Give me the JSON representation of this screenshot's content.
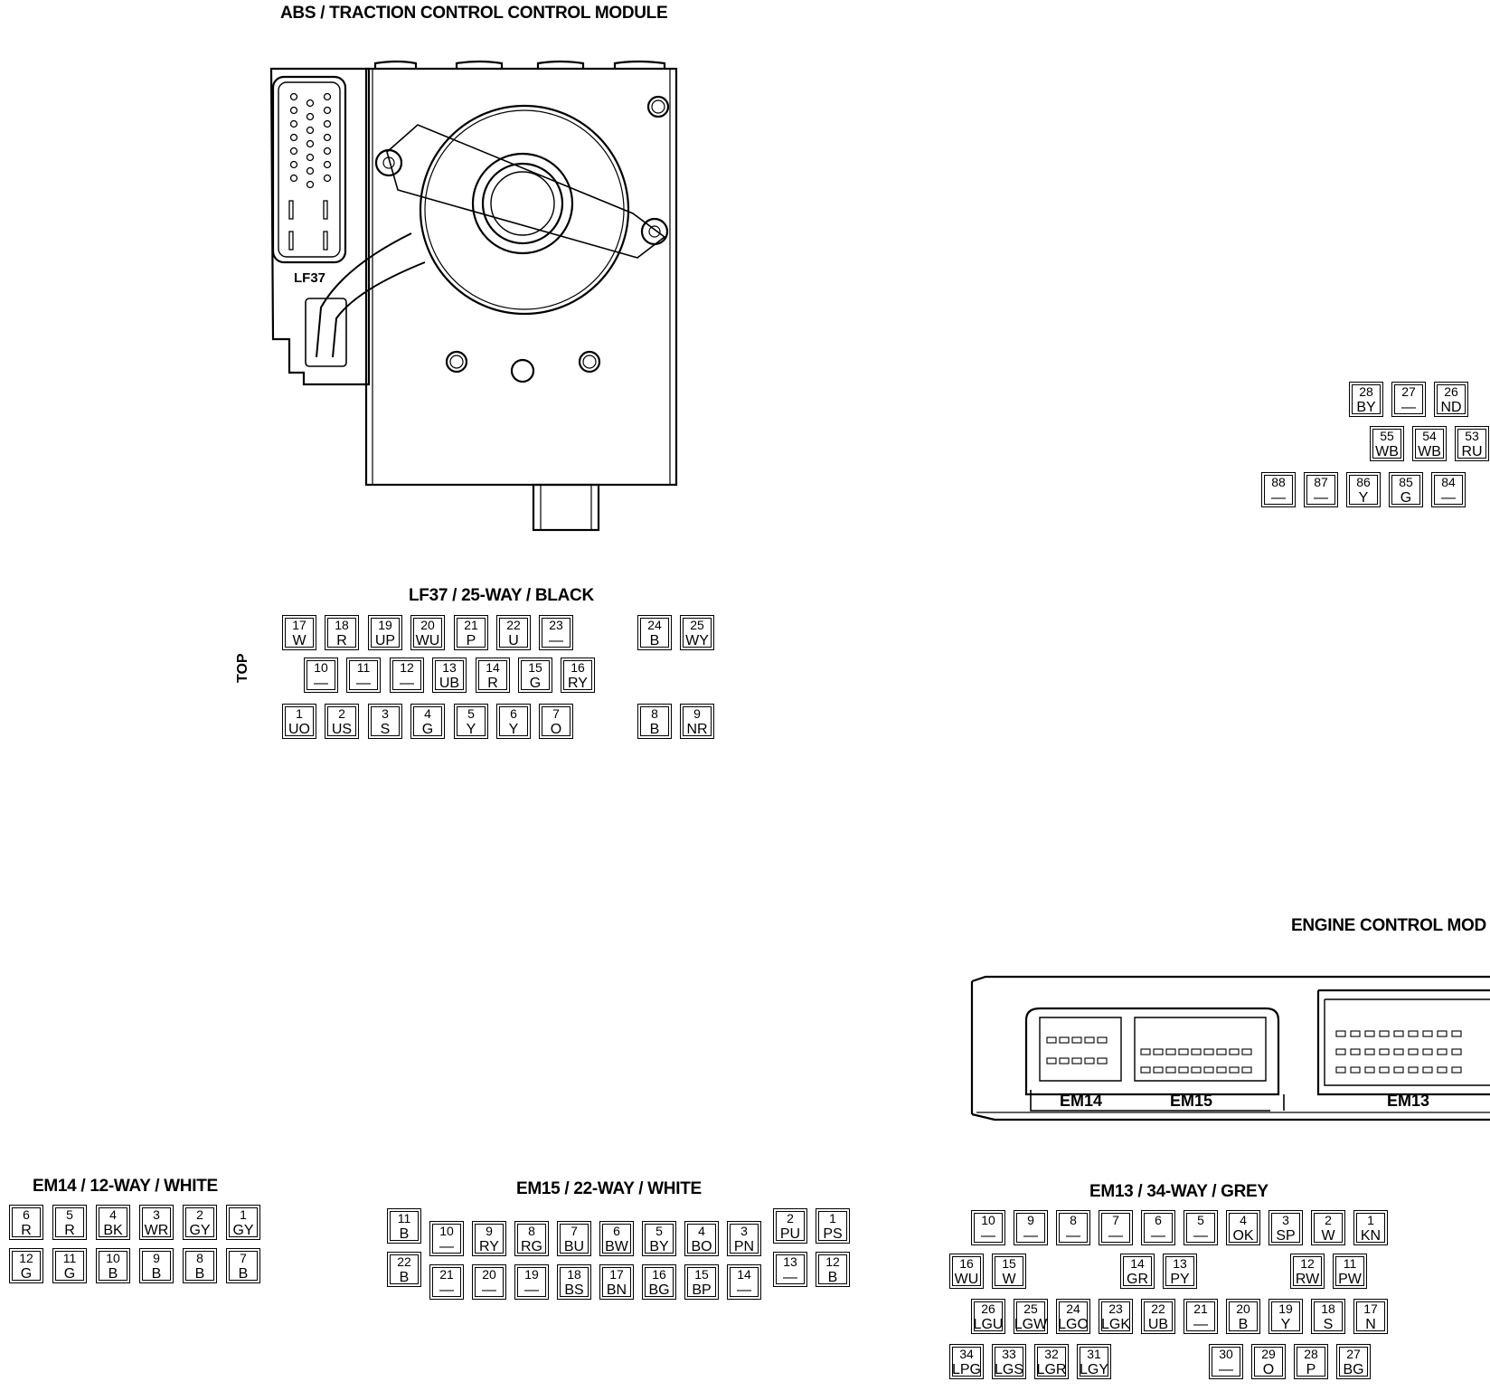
{
  "titles": {
    "abs": "ABS / TRACTION CONTROL CONTROL MODULE",
    "lf37_label": "LF37",
    "lf37": "LF37 / 25-WAY / BLACK",
    "top": "TOP",
    "ecm": "ENGINE CONTROL MOD",
    "em14_label": "EM14",
    "em15_label": "EM15",
    "em13_label": "EM13",
    "em14": "EM14 / 12-WAY / WHITE",
    "em15": "EM15 / 22-WAY / WHITE",
    "em13": "EM13 / 34-WAY / GREY"
  },
  "connectors": {
    "lf37": [
      {
        "n": "17",
        "c": "W"
      },
      {
        "n": "18",
        "c": "R"
      },
      {
        "n": "19",
        "c": "UP"
      },
      {
        "n": "20",
        "c": "WU"
      },
      {
        "n": "21",
        "c": "P"
      },
      {
        "n": "22",
        "c": "U"
      },
      {
        "n": "23",
        "c": "—"
      },
      {
        "n": "24",
        "c": "B"
      },
      {
        "n": "25",
        "c": "WY"
      },
      {
        "n": "10",
        "c": "—"
      },
      {
        "n": "11",
        "c": "—"
      },
      {
        "n": "12",
        "c": "—"
      },
      {
        "n": "13",
        "c": "UB"
      },
      {
        "n": "14",
        "c": "R"
      },
      {
        "n": "15",
        "c": "G"
      },
      {
        "n": "16",
        "c": "RY"
      },
      {
        "n": "1",
        "c": "UO"
      },
      {
        "n": "2",
        "c": "US"
      },
      {
        "n": "3",
        "c": "S"
      },
      {
        "n": "4",
        "c": "G"
      },
      {
        "n": "5",
        "c": "Y"
      },
      {
        "n": "6",
        "c": "Y"
      },
      {
        "n": "7",
        "c": "O"
      },
      {
        "n": "8",
        "c": "B"
      },
      {
        "n": "9",
        "c": "NR"
      }
    ],
    "ecm_partial": [
      {
        "n": "28",
        "c": "BY"
      },
      {
        "n": "27",
        "c": "—"
      },
      {
        "n": "26",
        "c": "ND"
      },
      {
        "n": "55",
        "c": "WB"
      },
      {
        "n": "54",
        "c": "WB"
      },
      {
        "n": "53",
        "c": "RU"
      },
      {
        "n": "88",
        "c": "—"
      },
      {
        "n": "87",
        "c": "—"
      },
      {
        "n": "86",
        "c": "Y"
      },
      {
        "n": "85",
        "c": "G"
      },
      {
        "n": "84",
        "c": "—"
      }
    ],
    "em14": [
      {
        "n": "6",
        "c": "R"
      },
      {
        "n": "5",
        "c": "R"
      },
      {
        "n": "4",
        "c": "BK"
      },
      {
        "n": "3",
        "c": "WR"
      },
      {
        "n": "2",
        "c": "GY"
      },
      {
        "n": "1",
        "c": "GY"
      },
      {
        "n": "12",
        "c": "G"
      },
      {
        "n": "11",
        "c": "G"
      },
      {
        "n": "10",
        "c": "B"
      },
      {
        "n": "9",
        "c": "B"
      },
      {
        "n": "8",
        "c": "B"
      },
      {
        "n": "7",
        "c": "B"
      }
    ],
    "em15": [
      {
        "n": "11",
        "c": "B"
      },
      {
        "n": "10",
        "c": "—"
      },
      {
        "n": "9",
        "c": "RY"
      },
      {
        "n": "8",
        "c": "RG"
      },
      {
        "n": "7",
        "c": "BU"
      },
      {
        "n": "6",
        "c": "BW"
      },
      {
        "n": "5",
        "c": "BY"
      },
      {
        "n": "4",
        "c": "BO"
      },
      {
        "n": "3",
        "c": "PN"
      },
      {
        "n": "2",
        "c": "PU"
      },
      {
        "n": "1",
        "c": "PS"
      },
      {
        "n": "22",
        "c": "B"
      },
      {
        "n": "21",
        "c": "—"
      },
      {
        "n": "20",
        "c": "—"
      },
      {
        "n": "19",
        "c": "—"
      },
      {
        "n": "18",
        "c": "BS"
      },
      {
        "n": "17",
        "c": "BN"
      },
      {
        "n": "16",
        "c": "BG"
      },
      {
        "n": "15",
        "c": "BP"
      },
      {
        "n": "14",
        "c": "—"
      },
      {
        "n": "13",
        "c": "—"
      },
      {
        "n": "12",
        "c": "B"
      }
    ],
    "em13": [
      {
        "n": "10",
        "c": "—"
      },
      {
        "n": "9",
        "c": "—"
      },
      {
        "n": "8",
        "c": "—"
      },
      {
        "n": "7",
        "c": "—"
      },
      {
        "n": "6",
        "c": "—"
      },
      {
        "n": "5",
        "c": "—"
      },
      {
        "n": "4",
        "c": "OK"
      },
      {
        "n": "3",
        "c": "SP"
      },
      {
        "n": "2",
        "c": "W"
      },
      {
        "n": "1",
        "c": "KN"
      },
      {
        "n": "16",
        "c": "WU"
      },
      {
        "n": "15",
        "c": "W"
      },
      {
        "n": "14",
        "c": "GR"
      },
      {
        "n": "13",
        "c": "PY"
      },
      {
        "n": "12",
        "c": "RW"
      },
      {
        "n": "11",
        "c": "PW"
      },
      {
        "n": "26",
        "c": "LGU"
      },
      {
        "n": "25",
        "c": "LGW"
      },
      {
        "n": "24",
        "c": "LGO"
      },
      {
        "n": "23",
        "c": "LGK"
      },
      {
        "n": "22",
        "c": "UB"
      },
      {
        "n": "21",
        "c": "—"
      },
      {
        "n": "20",
        "c": "B"
      },
      {
        "n": "19",
        "c": "Y"
      },
      {
        "n": "18",
        "c": "S"
      },
      {
        "n": "17",
        "c": "N"
      },
      {
        "n": "34",
        "c": "LPG"
      },
      {
        "n": "33",
        "c": "LGS"
      },
      {
        "n": "32",
        "c": "LGR"
      },
      {
        "n": "31",
        "c": "LGY"
      },
      {
        "n": "30",
        "c": "—"
      },
      {
        "n": "29",
        "c": "O"
      },
      {
        "n": "28",
        "c": "P"
      },
      {
        "n": "27",
        "c": "BG"
      }
    ]
  }
}
